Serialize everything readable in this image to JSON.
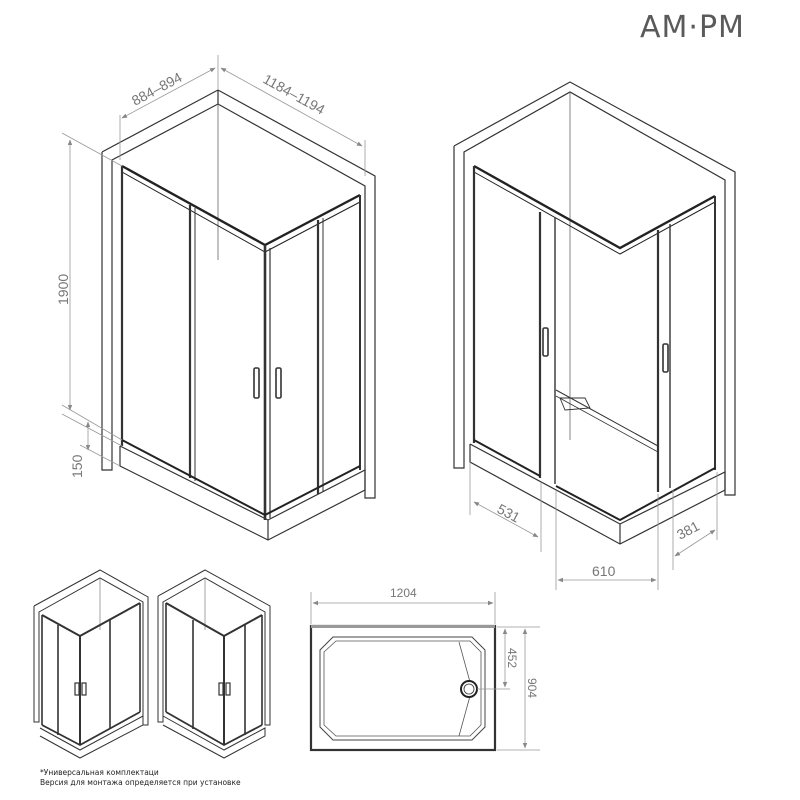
{
  "brand": {
    "logo_text": "AM·PM"
  },
  "main_view": {
    "width_dimension": "884–894",
    "length_dimension": "1184–1194",
    "height_dimension": "1900",
    "tray_height_dimension": "150"
  },
  "open_view": {
    "left_offset_dimension": "531",
    "entrance_width_dimension": "610",
    "right_offset_dimension": "381"
  },
  "tray_plan": {
    "length_dimension": "1204",
    "drain_offset_dimension": "452",
    "width_dimension": "904"
  },
  "variants": [
    {
      "name": "left-mount-variant"
    },
    {
      "name": "right-mount-variant"
    }
  ],
  "footnote": {
    "line1": "*Универсальная комплектаци",
    "line2": "Версия для монтажа определяется при установке"
  },
  "colors": {
    "line": "#222222",
    "dimension": "#888888",
    "wall": "#555555",
    "brand": "#5a5a5a"
  }
}
